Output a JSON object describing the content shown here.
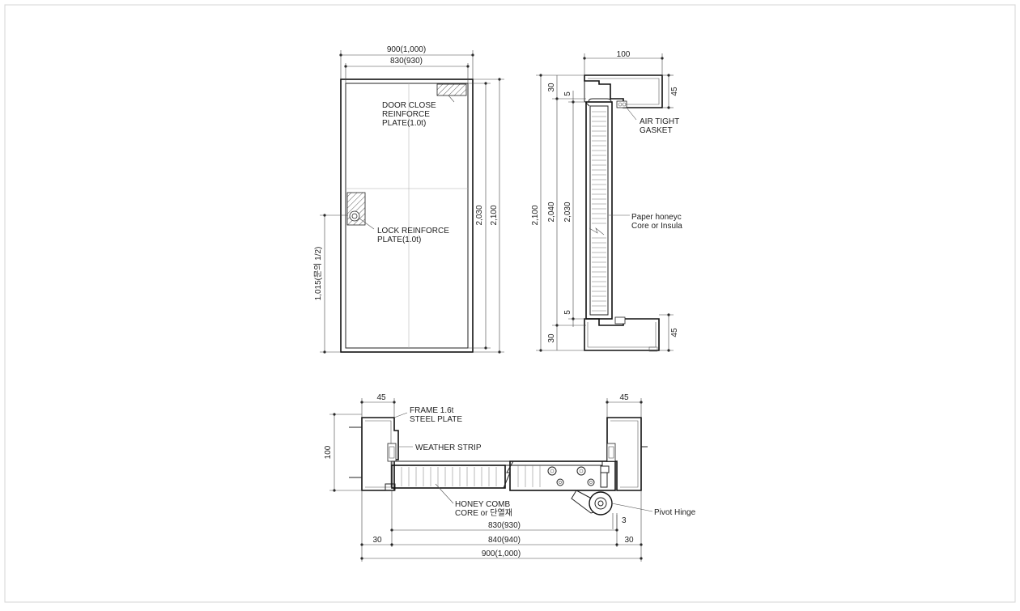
{
  "elevation": {
    "dims": {
      "overall_width": "900(1,000)",
      "leaf_width": "830(930)",
      "leaf_height": "2,030",
      "overall_height": "2,100",
      "lock_height": "1,015(문의 1/2)"
    },
    "labels": {
      "closer_plate_1": "DOOR CLOSE",
      "closer_plate_2": "REINFORCE",
      "closer_plate_3": "PLATE(1.0t)",
      "lock_plate_1": "LOCK REINFORCE",
      "lock_plate_2": "PLATE(1.0t)"
    }
  },
  "vertical_section": {
    "dims": {
      "frame_depth": "100",
      "top_rebate": "30",
      "top_gap": "5",
      "top_frame": "45",
      "total_height": "2,100",
      "frame_opening": "2,040",
      "leaf_height": "2,030",
      "bottom_gap": "5",
      "bottom_rebate": "30",
      "bottom_frame": "45"
    },
    "labels": {
      "gasket_1": "AIR TIGHT",
      "gasket_2": "GASKET",
      "core_1": "Paper honeyc",
      "core_2": "Core or Insula"
    }
  },
  "plan_section": {
    "dims": {
      "left_frame": "45",
      "right_frame": "45",
      "frame_depth": "100",
      "leaf_width": "830(930)",
      "opening_width": "840(940)",
      "overall_width": "900(1,000)",
      "left_rebate": "30",
      "right_rebate": "30",
      "hinge_gap": "3"
    },
    "labels": {
      "frame_1": "FRAME 1.6t",
      "frame_2": "STEEL PLATE",
      "weather_strip": "WEATHER STRIP",
      "core_1": "HONEY COMB",
      "core_2": "CORE or 단열재",
      "pivot_hinge": "Pivot Hinge"
    }
  }
}
